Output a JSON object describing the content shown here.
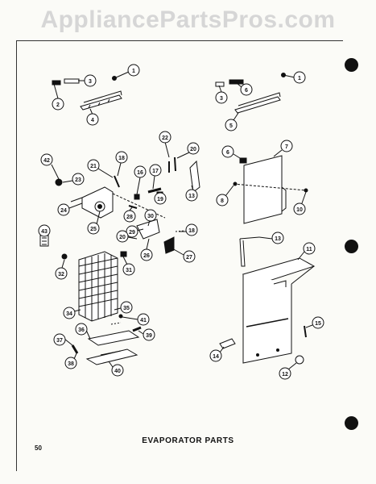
{
  "watermark": "AppliancePartsPros.com",
  "caption": "EVAPORATOR PARTS",
  "page_number": "50",
  "callouts": [
    "1",
    "2",
    "3",
    "4",
    "1",
    "3",
    "6",
    "5",
    "6",
    "7",
    "8",
    "10",
    "22",
    "20",
    "42",
    "21",
    "18",
    "16",
    "17",
    "19",
    "23",
    "13",
    "24",
    "28",
    "25",
    "29",
    "30",
    "18",
    "43",
    "26",
    "20",
    "27",
    "32",
    "31",
    "13",
    "11",
    "34",
    "35",
    "36",
    "41",
    "15",
    "37",
    "38",
    "39",
    "14",
    "12",
    "40"
  ]
}
